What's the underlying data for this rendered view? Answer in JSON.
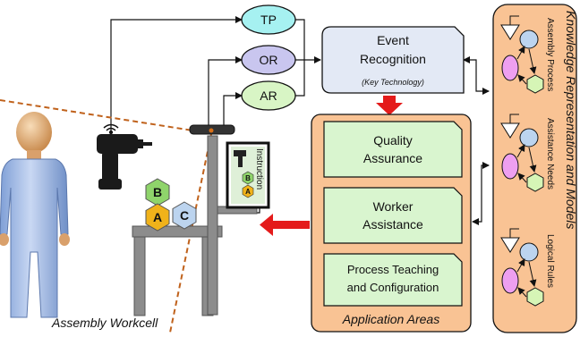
{
  "sensors": {
    "tp": "TP",
    "or": "OR",
    "ar": "AR"
  },
  "event_recognition": {
    "title_line1": "Event",
    "title_line2": "Recognition",
    "subtitle": "(Key Technology)"
  },
  "application_areas": {
    "title": "Application Areas",
    "items": [
      {
        "line1": "Quality",
        "line2": "Assurance"
      },
      {
        "line1": "Worker",
        "line2": "Assistance"
      },
      {
        "line1": "Process Teaching",
        "line2": "and Configuration"
      }
    ]
  },
  "knowledge": {
    "title": "Knowledge Representation and Models",
    "models": [
      "Assembly Process",
      "Assistance Needs",
      "Logical Rules"
    ]
  },
  "workcell": {
    "label": "Assembly Workcell",
    "instruction_label": "Instruction",
    "blocks": {
      "b": "B",
      "a": "A",
      "c": "C"
    }
  },
  "colors": {
    "tp": "#a6f1f1",
    "or": "#c9c6ef",
    "ar": "#d8f5c5",
    "event_box": "#e3e9f5",
    "app_panel": "#f9c394",
    "app_box": "#d9f5cf",
    "arrow_red": "#e41b1b",
    "node_pink": "#ee9ff0",
    "node_blue": "#bcd4ef",
    "node_green": "#d6f5b6"
  }
}
